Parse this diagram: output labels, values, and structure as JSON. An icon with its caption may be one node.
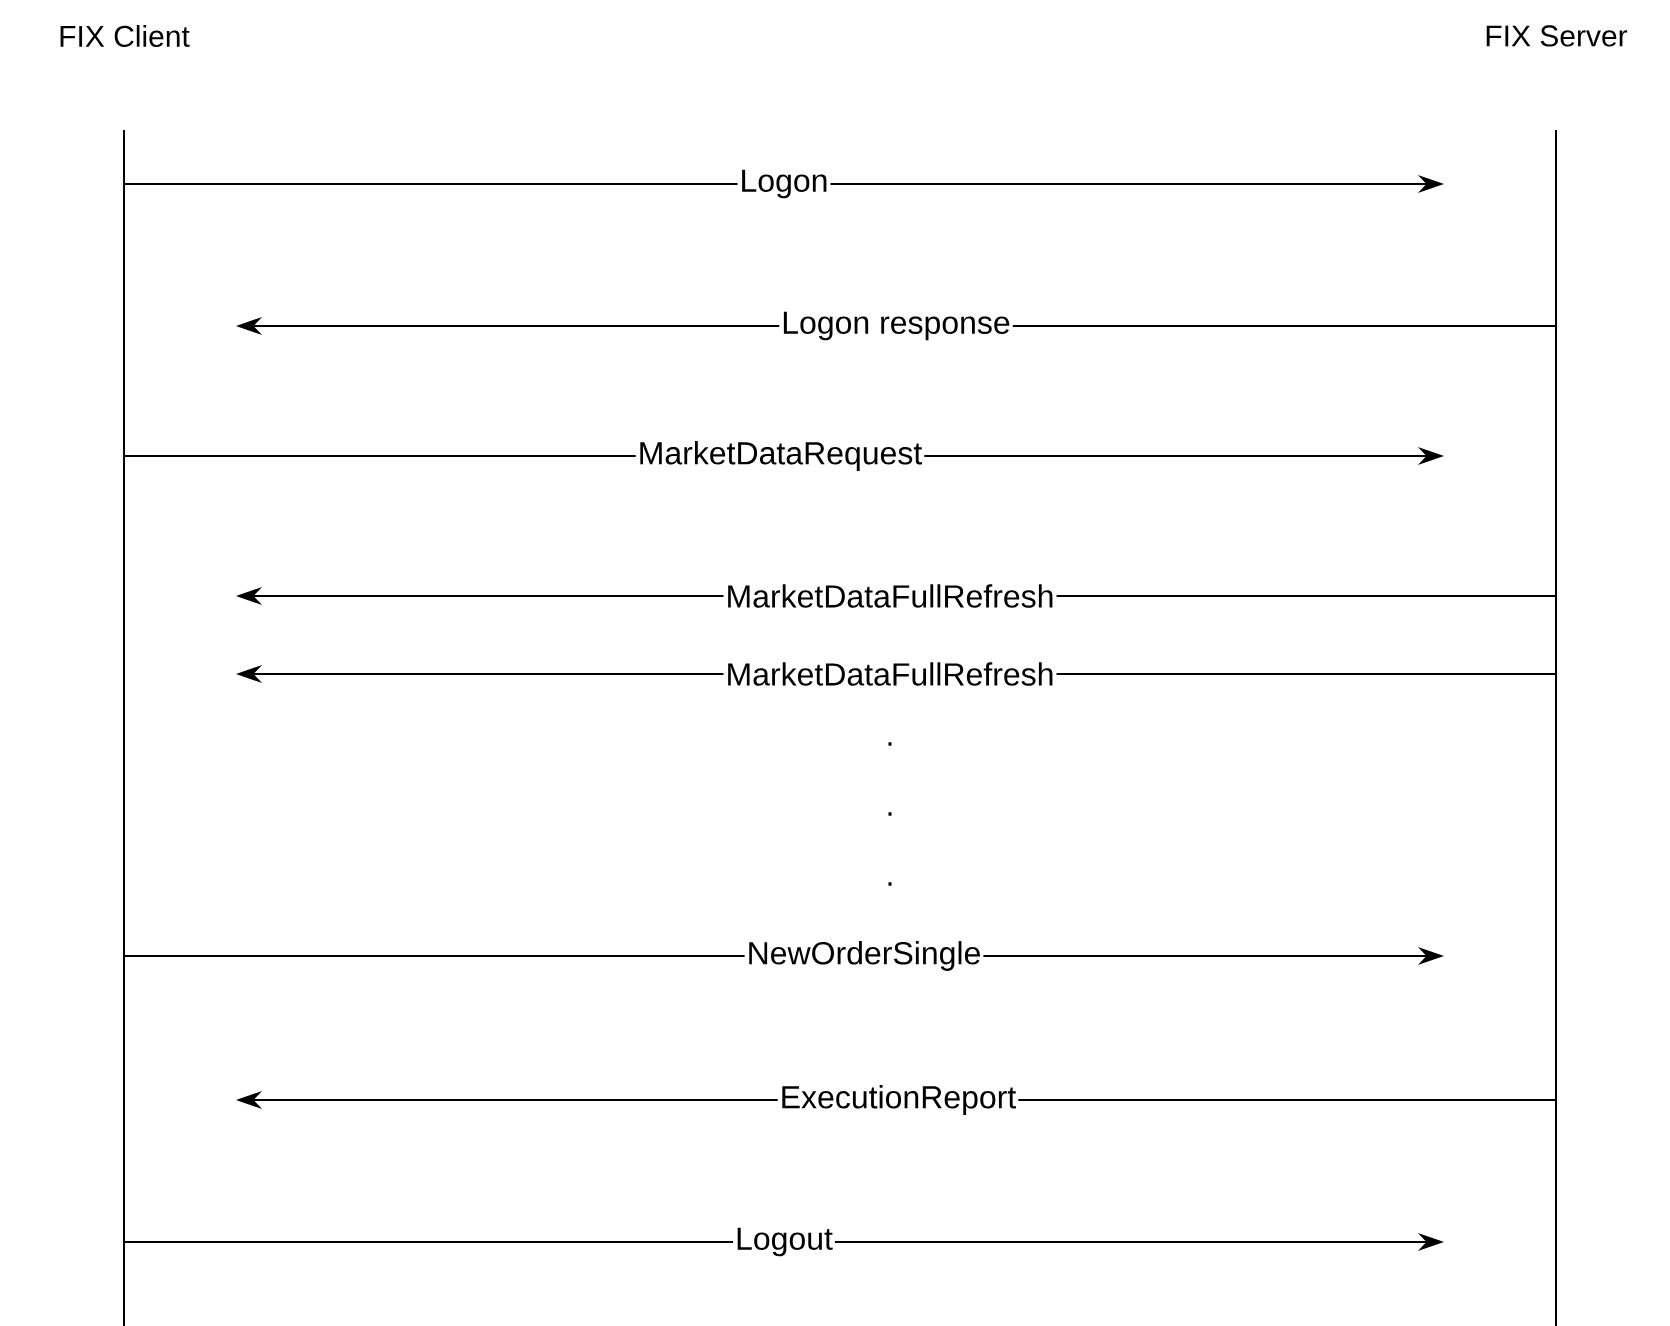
{
  "diagram": {
    "nodes": [
      {
        "text": [
          "FIX Client"
        ]
      },
      {
        "text": [
          "FIX Server"
        ]
      }
    ],
    "edges": [
      {
        "from": 0,
        "to": 1,
        "arrow": "to",
        "label": "Logon"
      },
      {
        "from": 1,
        "to": 0,
        "arrow": "to",
        "label": "Logon response"
      },
      {
        "from": 0,
        "to": 1,
        "arrow": "to",
        "label": "MarketDataRequest"
      },
      {
        "from": 1,
        "to": 0,
        "arrow": "to",
        "label": "MarketDataFullRefresh"
      },
      {
        "from": 1,
        "to": 0,
        "arrow": "to",
        "label": "MarketDataFullRefresh"
      },
      {
        "from": 0,
        "to": 1,
        "arrow": "to",
        "label": "NewOrderSingle"
      },
      {
        "from": 1,
        "to": 0,
        "arrow": "to",
        "label": "ExecutionReport"
      },
      {
        "from": 0,
        "to": 1,
        "arrow": "to",
        "label": "Logout"
      }
    ],
    "labels": [
      ".",
      ".",
      "."
    ]
  }
}
